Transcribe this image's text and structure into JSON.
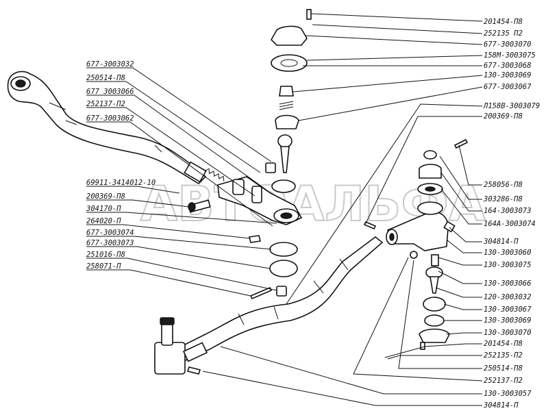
{
  "watermark": "АВТОАЛЬФА",
  "corner_mark": "",
  "left_labels": [
    "677-3003032",
    "250514-П8",
    "677 3003066",
    "252137-П2",
    "677-3003062",
    "69911-3414012-10",
    "200369-П8",
    "304170-П",
    "264020-П",
    "677-3003074",
    "677-3003073",
    "251016-П8",
    "258071-П"
  ],
  "right_top_labels": [
    "201454-П8",
    "252135 П2",
    "677-3003070",
    "158М-3003075",
    "677-3003068",
    "130-3003069",
    "677-3003067",
    "Л158В-3003079",
    "200369-П8"
  ],
  "right_mid_labels": [
    "258056-П8",
    "303286-П8",
    "164-3003073",
    "164А-3003074",
    "304814-П",
    "130-3003060",
    "130-3003075",
    "130-3003066",
    "120-3003032",
    "130-3003067",
    "130-3003069",
    "130-3003070",
    "201454-П8",
    "252135-П2",
    "250514-П8",
    "252137-П2",
    "130-3003057",
    "304814-П"
  ]
}
